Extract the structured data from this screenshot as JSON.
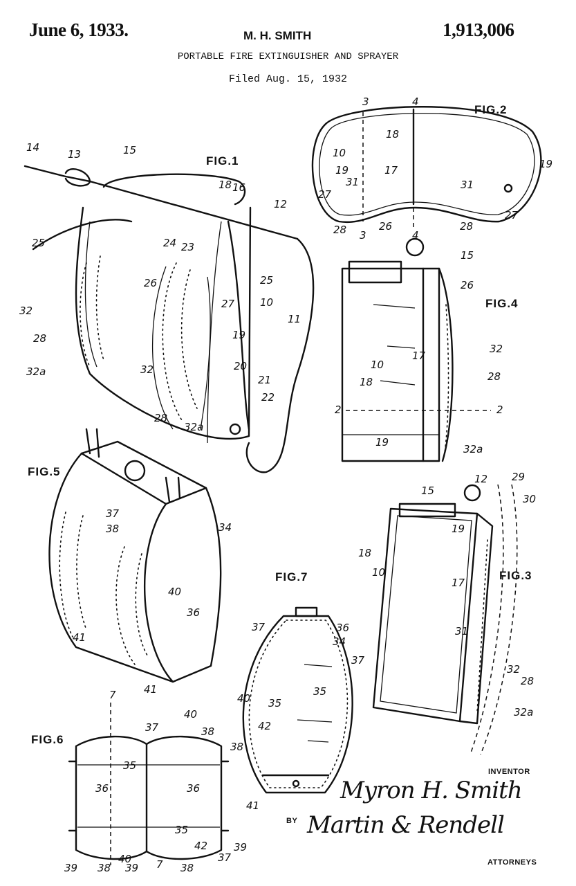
{
  "header": {
    "date": "June 6, 1933.",
    "inventor_name": "M. H. SMITH",
    "patent_number": "1,913,006",
    "title": "PORTABLE FIRE EXTINGUISHER AND SPRAYER",
    "filed": "Filed Aug. 15, 1932"
  },
  "figures": [
    {
      "title": "FIG.1",
      "numerals": [
        "14",
        "13",
        "15",
        "18",
        "16",
        "12",
        "25",
        "24",
        "23",
        "26",
        "25",
        "27",
        "10",
        "11",
        "32",
        "28",
        "19",
        "20",
        "21",
        "22",
        "32",
        "32a",
        "28",
        "32a"
      ]
    },
    {
      "title": "FIG.2",
      "numerals": [
        "3",
        "4",
        "18",
        "10",
        "19",
        "17",
        "19",
        "27",
        "31",
        "31",
        "28",
        "26",
        "28",
        "27",
        "3",
        "4"
      ]
    },
    {
      "title": "FIG.4",
      "numerals": [
        "15",
        "26",
        "32",
        "17",
        "10",
        "28",
        "18",
        "2",
        "2",
        "19",
        "32a"
      ]
    },
    {
      "title": "FIG.5",
      "numerals": [
        "37",
        "38",
        "34",
        "40",
        "36",
        "41",
        "41"
      ]
    },
    {
      "title": "FIG.3",
      "numerals": [
        "12",
        "29",
        "15",
        "30",
        "19",
        "18",
        "10",
        "17",
        "31",
        "32",
        "28",
        "32a"
      ]
    },
    {
      "title": "FIG.7",
      "numerals": [
        "37",
        "36",
        "34",
        "37",
        "35",
        "40",
        "35",
        "42",
        "38",
        "41"
      ]
    },
    {
      "title": "FIG.6",
      "numerals": [
        "7",
        "37",
        "40",
        "38",
        "35",
        "36",
        "36",
        "35",
        "42",
        "39",
        "39",
        "38",
        "40",
        "39",
        "7",
        "38",
        "37"
      ]
    }
  ],
  "signature_block": {
    "inventor_label": "INVENTOR",
    "inventor_signature": "Myron H. Smith",
    "by_label": "BY",
    "attorneys_signature": "Martin & Rendell",
    "attorneys_label": "ATTORNEYS"
  }
}
